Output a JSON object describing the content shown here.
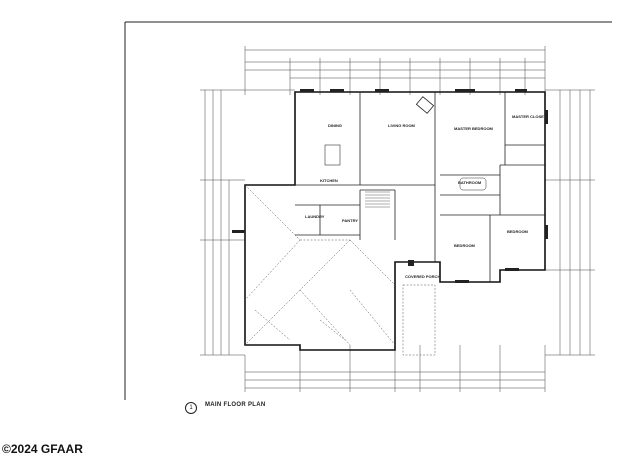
{
  "rooms": {
    "dining": "DINING",
    "living_room": "LIVING ROOM",
    "master_bedroom": "MASTER BEDROOM",
    "master_closet": "MASTER CLOSET",
    "kitchen": "KITCHEN",
    "bathroom": "BATHROOM",
    "laundry": "LAUNDRY",
    "pantry": "PANTRY",
    "bedroom_1": "BEDROOM",
    "bedroom_2": "BEDROOM",
    "covered_porch": "COVERED PORCH"
  },
  "plan_title": "MAIN FLOOR PLAN",
  "detail_number": "1",
  "copyright": "©2024 GFAAR"
}
